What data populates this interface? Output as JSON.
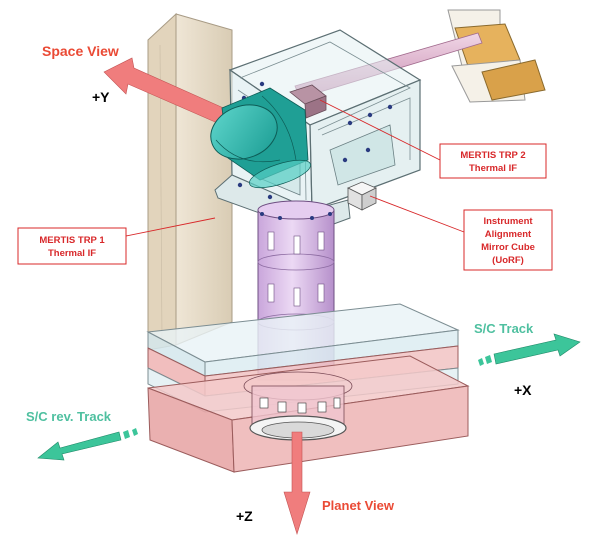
{
  "diagram": {
    "labels": {
      "space_view": "Space View",
      "plus_y": "+Y",
      "plus_x": "+X",
      "plus_z": "+Z",
      "planet_view": "Planet View",
      "sc_track": "S/C Track",
      "sc_rev_track": "S/C  rev. Track"
    },
    "callouts": {
      "trp1": {
        "line1": "MERTIS TRP 1",
        "line2": "Thermal IF"
      },
      "trp2": {
        "line1": "MERTIS TRP 2",
        "line2": "Thermal IF"
      },
      "cube": {
        "line1": "Instrument",
        "line2": "Alignment",
        "line3": "Mirror Cube",
        "line4": "(UoRF)"
      }
    },
    "colors": {
      "arrow_red": "#f07d7d",
      "arrow_teal": "#3cc59a",
      "label_red": "#ea4a35",
      "label_teal": "#4fc0a0",
      "callout_red": "#d8282a",
      "panel_tan": "#e6dcc9",
      "baffle_teal": "#2bb8ae",
      "tube_lavender": "#d9b8e8",
      "plate_pink": "#eeb3b3",
      "plate_lightblue": "#dfecf1"
    }
  }
}
